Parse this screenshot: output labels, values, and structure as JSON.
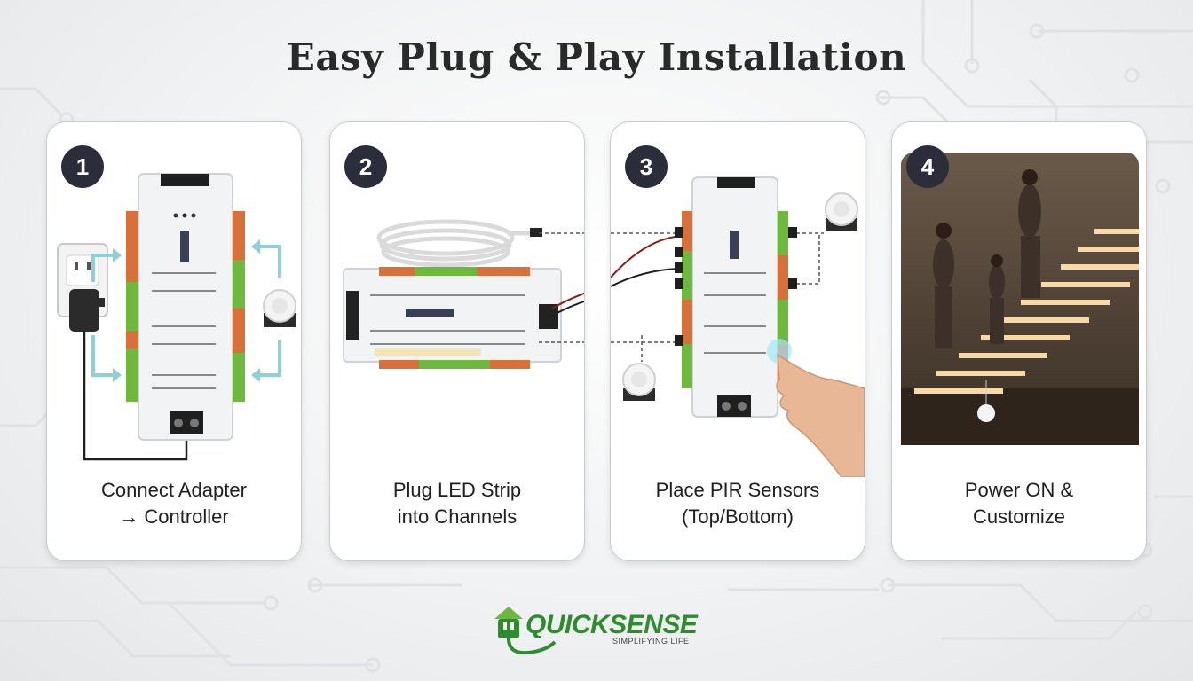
{
  "title": "Easy Plug & Play Installation",
  "steps": [
    {
      "number": "1",
      "line1": "Connect Adapter",
      "line2": "→ Controller"
    },
    {
      "number": "2",
      "line1": "Plug LED Strip",
      "line2": "into Channels"
    },
    {
      "number": "3",
      "line1": "Place PIR Sensors",
      "line2": "(Top/Bottom)"
    },
    {
      "number": "4",
      "line1": "Power ON &",
      "line2": "Customize"
    }
  ],
  "brand": {
    "name": "QUICKSENSE",
    "tagline": "SIMPLIFYING LIFE"
  },
  "colors": {
    "accent_green": "#2e8b2e",
    "badge": "#2b2d3a",
    "terminal_orange": "#d8703a",
    "terminal_green": "#6fb83e",
    "arrow_blue": "#8fcfd6"
  }
}
